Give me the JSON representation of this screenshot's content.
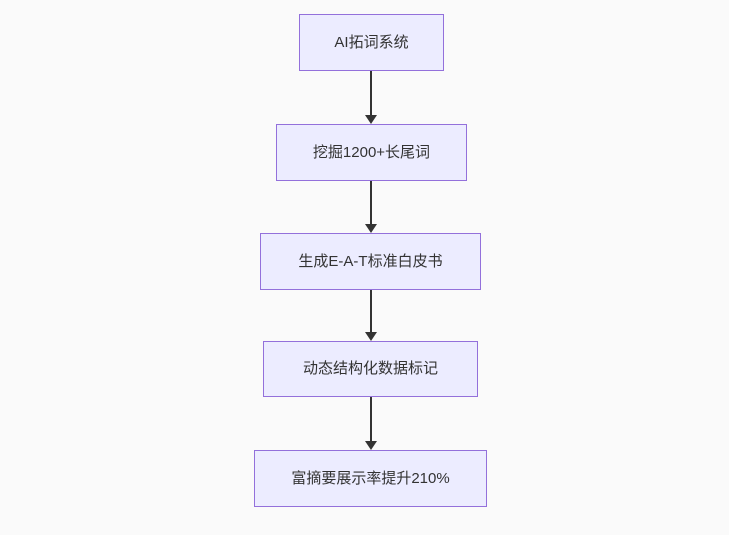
{
  "diagram": {
    "type": "flowchart-vertical",
    "nodes": [
      {
        "id": "n1",
        "label": "AI拓词系统"
      },
      {
        "id": "n2",
        "label": "挖掘1200+长尾词"
      },
      {
        "id": "n3",
        "label": "生成E-A-T标准白皮书"
      },
      {
        "id": "n4",
        "label": "动态结构化数据标记"
      },
      {
        "id": "n5",
        "label": "富摘要展示率提升210%"
      }
    ],
    "edges": [
      {
        "from": "n1",
        "to": "n2"
      },
      {
        "from": "n2",
        "to": "n3"
      },
      {
        "from": "n3",
        "to": "n4"
      },
      {
        "from": "n4",
        "to": "n5"
      }
    ],
    "colors": {
      "node_fill": "#ECECFF",
      "node_border": "#9370DB",
      "arrow": "#333333",
      "text": "#333333",
      "background": "#fafafa"
    }
  }
}
